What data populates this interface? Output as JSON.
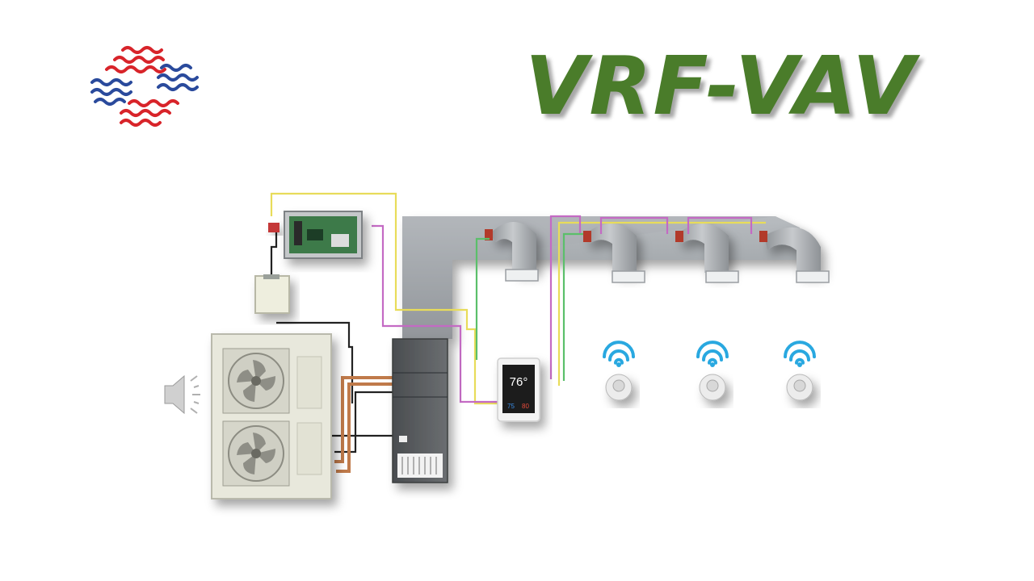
{
  "header": {
    "title": "VRF-VAV"
  },
  "logo": {
    "icon": "wave-weave-logo-icon",
    "colors": [
      "#d8242a",
      "#2a4a9c"
    ]
  },
  "thermostat": {
    "temperature": "76°",
    "heat_setpoint": "75",
    "cool_setpoint": "80"
  },
  "wireless_sensors": {
    "count": 3,
    "icon": "wifi-icon"
  },
  "audio": {
    "icon": "speaker-icon"
  },
  "colors": {
    "title_green": "#4a7c2a",
    "wire_yellow": "#e8dc5a",
    "wire_magenta": "#c46ac4",
    "wire_green": "#5bbf6a",
    "refrigerant_copper": "#c07a4a",
    "wifi_blue": "#29a8e0"
  }
}
